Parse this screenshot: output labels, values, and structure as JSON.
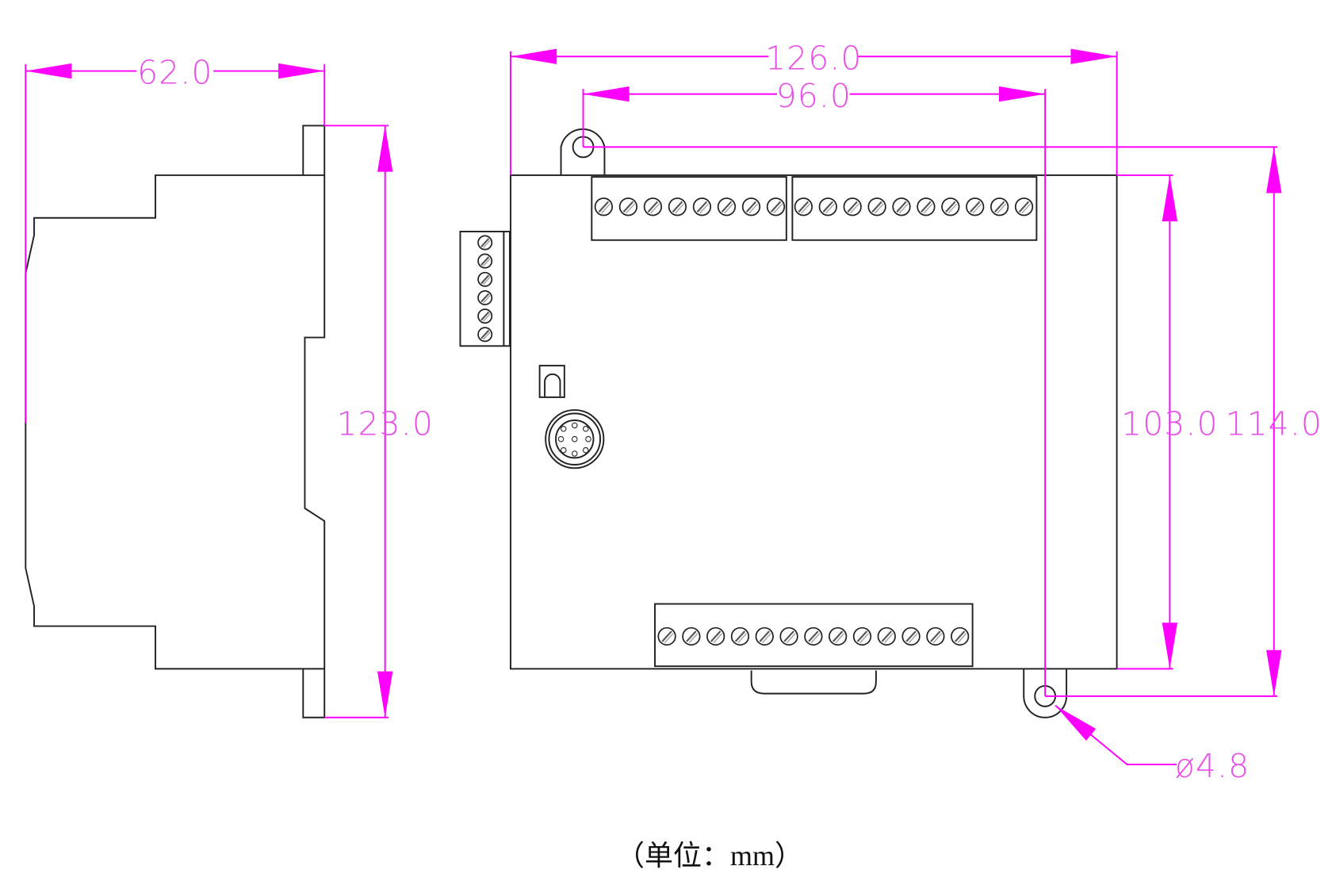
{
  "dimensions": {
    "side_width": "62.0",
    "side_height": "123.0",
    "overall_width": "126.0",
    "mount_hole_spacing_x": "96.0",
    "body_height": "103.0",
    "mount_hole_spacing_y": "114.0",
    "hole_diameter": "ø4.8"
  },
  "caption": "（单位：mm）",
  "colors": {
    "dimension": "#ff00ff",
    "outline": "#222222"
  },
  "terminals": {
    "top_left_count": 8,
    "top_right_count": 10,
    "bottom_count": 13,
    "side_count": 6
  }
}
